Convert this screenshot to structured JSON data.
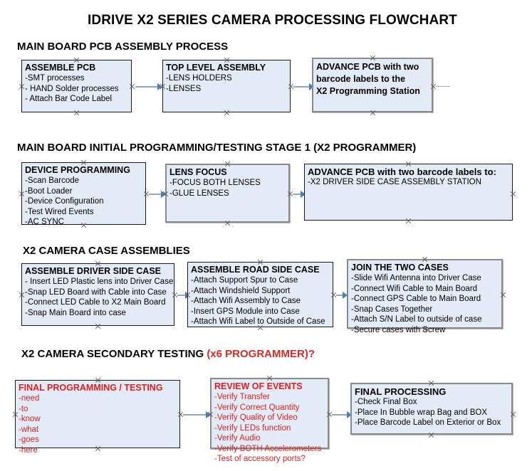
{
  "document": {
    "title": "IDRIVE X2  SERIES CAMERA PROCESSING FLOWCHART"
  },
  "colors": {
    "box_fill": "#e3ebf7",
    "box_border": "#3a3a3a",
    "accent_red": "#e02020",
    "arrow": "#4a7ebb"
  },
  "sections": [
    {
      "id": "main-board-pcb-assembly",
      "heading": "MAIN BOARD PCB ASSEMBLY PROCESS",
      "heading_accent": "",
      "nodes": [
        {
          "id": "assemble-pcb",
          "title": "ASSEMBLE PCB",
          "title2": "",
          "title3": "",
          "lines": [
            "-SMT processes",
            "- HAND Solder processes",
            "- Attach Bar Code Label"
          ]
        },
        {
          "id": "top-level-assembly",
          "title": "TOP LEVEL ASSEMBLY",
          "title2": "",
          "title3": "",
          "lines": [
            "-LENS HOLDERS",
            "-LENSES"
          ]
        },
        {
          "id": "advance-pcb-to-programming-station",
          "title": "ADVANCE PCB with two",
          "title2": "barcode labels to the",
          "title3": " X2 Programming Station",
          "lines": []
        }
      ]
    },
    {
      "id": "main-board-initial-programming",
      "heading": "MAIN BOARD INITIAL PROGRAMMING/TESTING STAGE 1 (X2 PROGRAMMER)",
      "heading_accent": "",
      "nodes": [
        {
          "id": "device-programming",
          "title": "DEVICE PROGRAMMING",
          "title2": "",
          "title3": "",
          "lines": [
            "-Scan Barcode",
            "-Boot Loader",
            "-Device Configuration",
            "-Test Wired Events",
            "-AC SYNC"
          ]
        },
        {
          "id": "lens-focus",
          "title": "LENS FOCUS",
          "title2": "",
          "title3": "",
          "lines": [
            "-FOCUS BOTH LENSES",
            "-GLUE LENSES"
          ]
        },
        {
          "id": "advance-pcb-to-driver-side-case",
          "title": "ADVANCE PCB with two barcode labels to:",
          "title2": "",
          "title3": "",
          "lines": [
            "-X2 DRIVER  SIDE  CASE  ASSEMBLY STATION"
          ]
        }
      ]
    },
    {
      "id": "x2-camera-case-assemblies",
      "heading": "X2 CAMERA CASE ASSEMBLIES",
      "heading_accent": "",
      "nodes": [
        {
          "id": "assemble-driver-side-case",
          "title": "ASSEMBLE DRIVER SIDE CASE",
          "title2": "",
          "title3": "",
          "lines": [
            "- Insert LED Plastic lens into Driver Case",
            "-Snap LED Board with Cable into Case",
            "-Connect LED Cable to X2 Main Board",
            "-Snap Main Board into case"
          ]
        },
        {
          "id": "assemble-road-side-case",
          "title": "ASSEMBLE ROAD SIDE CASE",
          "title2": "",
          "title3": "",
          "lines": [
            "-Attach Support Spur to Case",
            "-Attach Windshield Support",
            "-Attach Wifi Assembly to Case",
            "-Insert GPS Module into Case",
            "-Attach Wifi Label to Outside of Case"
          ]
        },
        {
          "id": "join-the-two-cases",
          "title": "JOIN THE TWO CASES",
          "title2": "",
          "title3": "",
          "lines": [
            "-Slide Wifi Antenna into Driver Case",
            "-Connect Wifi Cable to Main Board",
            "-Connect GPS Cable to Main Board",
            "-Snap Cases Together",
            "-Attach S/N Label to outside of case",
            "-Secure cases with Screw"
          ]
        }
      ]
    },
    {
      "id": "x2-camera-secondary-testing",
      "heading": "X2 CAMERA SECONDARY TESTING ",
      "heading_accent": "(x6 PROGRAMMER)?",
      "nodes": [
        {
          "id": "final-programming-testing",
          "title": "FINAL PROGRAMMING / TESTING",
          "title2": "",
          "title3": "",
          "lines": [
            "-need",
            "-to",
            "-know",
            "-what",
            "-goes",
            "-here"
          ]
        },
        {
          "id": "review-of-events",
          "title": "REVIEW OF EVENTS",
          "title2": "",
          "title3": "",
          "lines": [
            "-Verify Transfer",
            "-Verify Correct Quantity",
            "-Verify Quality of Video",
            "-Verify LEDs function",
            "-Verify Audio",
            "-Verify BOTH Accelerometers",
            "-Test of accessory ports?"
          ]
        },
        {
          "id": "final-processing",
          "title": "FINAL PROCESSING",
          "title2": "",
          "title3": "",
          "lines": [
            " -Check Final Box",
            "-Place In Bubble wrap Bag and BOX",
            "-Place Barcode Label on Exterior or Box"
          ]
        }
      ]
    }
  ]
}
